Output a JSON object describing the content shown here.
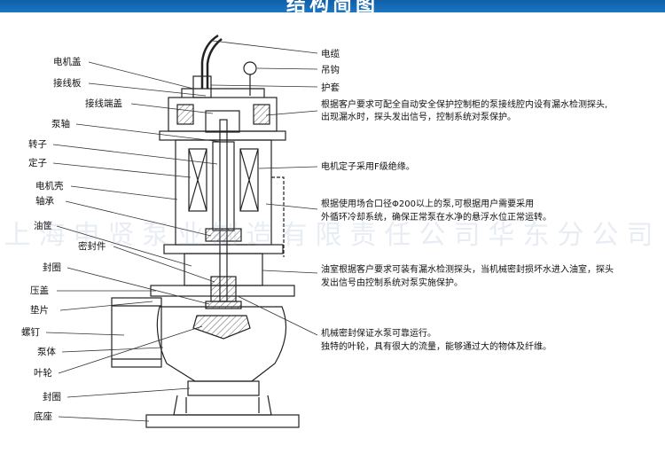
{
  "header": {
    "title": "结构简图",
    "bg_color": "#1567b5"
  },
  "watermark": "上海申贤泵业制造有限责任公司华东分公司",
  "labels_left": {
    "motor_cover": "电机盖",
    "terminal_board": "接线板",
    "terminal_cap": "接线端盖",
    "pump_shaft": "泵轴",
    "rotor": "转子",
    "stator": "定子",
    "motor_housing": "电机壳",
    "bearing": "轴承",
    "oil_chamber": "油筐",
    "mech_seal": "密封件",
    "seal_ring": "封圈",
    "gland": "压盖",
    "gasket": "垫片",
    "bolt": "螺钉",
    "pump_body": "泵体",
    "impeller": "叶轮",
    "seal_ring_2": "封圈",
    "base": "底座"
  },
  "labels_right": {
    "cable": "电缆",
    "hook": "吊钩",
    "sleeve": "护套"
  },
  "notes": {
    "protection_1": "根据客户要求可配全自动安全保护控制柜的泵接线腔内设有漏水检测探头,",
    "protection_2": "出现漏水时，探头发出信号，控制系统对泵保护。",
    "stator_f": "电机定子采用F级绝缘。",
    "cooling_1": "根据使用场合口径Φ200以上的泵,可根据用户需要采用",
    "cooling_2": "外循环冷却系统，确保正常泵在水净的悬浮水位正常运转。",
    "oil_1": "油室根据客户要求可装有漏水检测探头，当机械密封损坏水进入油室，探头",
    "oil_2": "发出信号由控制系统对泵实施保护。",
    "seal_1": "机械密封保证水泵可靠运行。",
    "seal_2": "独特的叶轮，具有很大的流量，能够通过大的物体及纤维。"
  },
  "colors": {
    "line": "#222222",
    "text": "#111111"
  }
}
